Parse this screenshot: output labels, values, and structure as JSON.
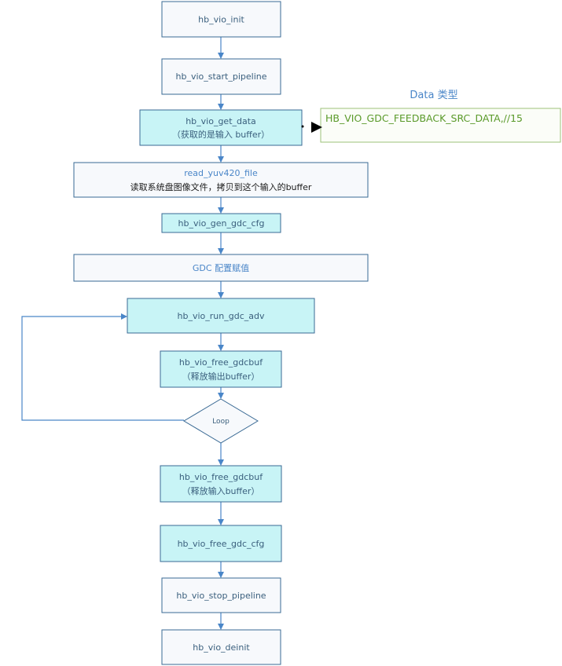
{
  "steps": {
    "init": "hb_vio_init",
    "start_pipeline": "hb_vio_start_pipeline",
    "get_data": "hb_vio_get_data",
    "get_data_note": "（获取的是输入 buffer）",
    "read_file": "read_yuv420_file",
    "read_file_note": "读取系统盘图像文件，拷贝到这个输入的buffer",
    "gen_gdc_cfg": "hb_vio_gen_gdc_cfg",
    "gdc_assign": "GDC 配置赋值",
    "run_gdc_adv": "hb_vio_run_gdc_adv",
    "free_gdcbuf_out": "hb_vio_free_gdcbuf",
    "free_gdcbuf_out_note": "（释放输出buffer）",
    "loop": "Loop",
    "free_gdcbuf_in": "hb_vio_free_gdcbuf",
    "free_gdcbuf_in_note": "（释放输入buffer）",
    "free_gdc_cfg": "hb_vio_free_gdc_cfg",
    "stop_pipeline": "hb_vio_stop_pipeline",
    "deinit": "hb_vio_deinit"
  },
  "data_type": {
    "title": "Data 类型",
    "value": "HB_VIO_GDC_FEEDBACK_SRC_DATA,//15"
  },
  "colors": {
    "box_white": "#f7f9fc",
    "box_cyan": "#c8f4f6",
    "box_stroke": "#3a6a94",
    "arrow": "#4a86c8",
    "data_box_stroke": "#9cc27a"
  }
}
